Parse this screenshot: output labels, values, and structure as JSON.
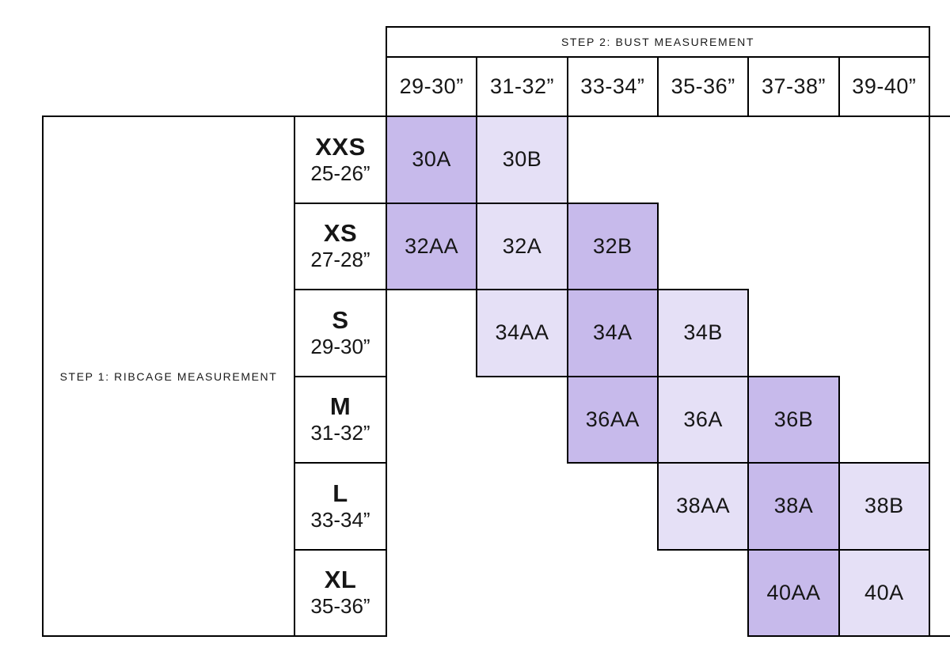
{
  "chart_data": {
    "type": "table",
    "col_axis_label": "STEP 2: BUST MEASUREMENT",
    "row_axis_label": "STEP 1: RIBCAGE MEASUREMENT",
    "columns": [
      "29-30”",
      "31-32”",
      "33-34”",
      "35-36”",
      "37-38”",
      "39-40”"
    ],
    "rows": [
      {
        "size": "XXS",
        "ribcage": "25-26”",
        "cells": [
          {
            "col": 0,
            "label": "30A",
            "tone": "dark"
          },
          {
            "col": 1,
            "label": "30B",
            "tone": "light"
          }
        ]
      },
      {
        "size": "XS",
        "ribcage": "27-28”",
        "cells": [
          {
            "col": 0,
            "label": "32AA",
            "tone": "dark"
          },
          {
            "col": 1,
            "label": "32A",
            "tone": "light"
          },
          {
            "col": 2,
            "label": "32B",
            "tone": "dark"
          }
        ]
      },
      {
        "size": "S",
        "ribcage": "29-30”",
        "cells": [
          {
            "col": 1,
            "label": "34AA",
            "tone": "light"
          },
          {
            "col": 2,
            "label": "34A",
            "tone": "dark"
          },
          {
            "col": 3,
            "label": "34B",
            "tone": "light"
          }
        ]
      },
      {
        "size": "M",
        "ribcage": "31-32”",
        "cells": [
          {
            "col": 2,
            "label": "36AA",
            "tone": "dark"
          },
          {
            "col": 3,
            "label": "36A",
            "tone": "light"
          },
          {
            "col": 4,
            "label": "36B",
            "tone": "dark"
          }
        ]
      },
      {
        "size": "L",
        "ribcage": "33-34”",
        "cells": [
          {
            "col": 3,
            "label": "38AA",
            "tone": "light"
          },
          {
            "col": 4,
            "label": "38A",
            "tone": "dark"
          },
          {
            "col": 5,
            "label": "38B",
            "tone": "light"
          }
        ]
      },
      {
        "size": "XL",
        "ribcage": "35-36”",
        "cells": [
          {
            "col": 4,
            "label": "40AA",
            "tone": "dark"
          },
          {
            "col": 5,
            "label": "40A",
            "tone": "light"
          }
        ]
      }
    ],
    "colors": {
      "dark": "#c7baeb",
      "light": "#e5e0f6",
      "border": "#000000",
      "text": "#161616",
      "background": "#ffffff"
    }
  }
}
